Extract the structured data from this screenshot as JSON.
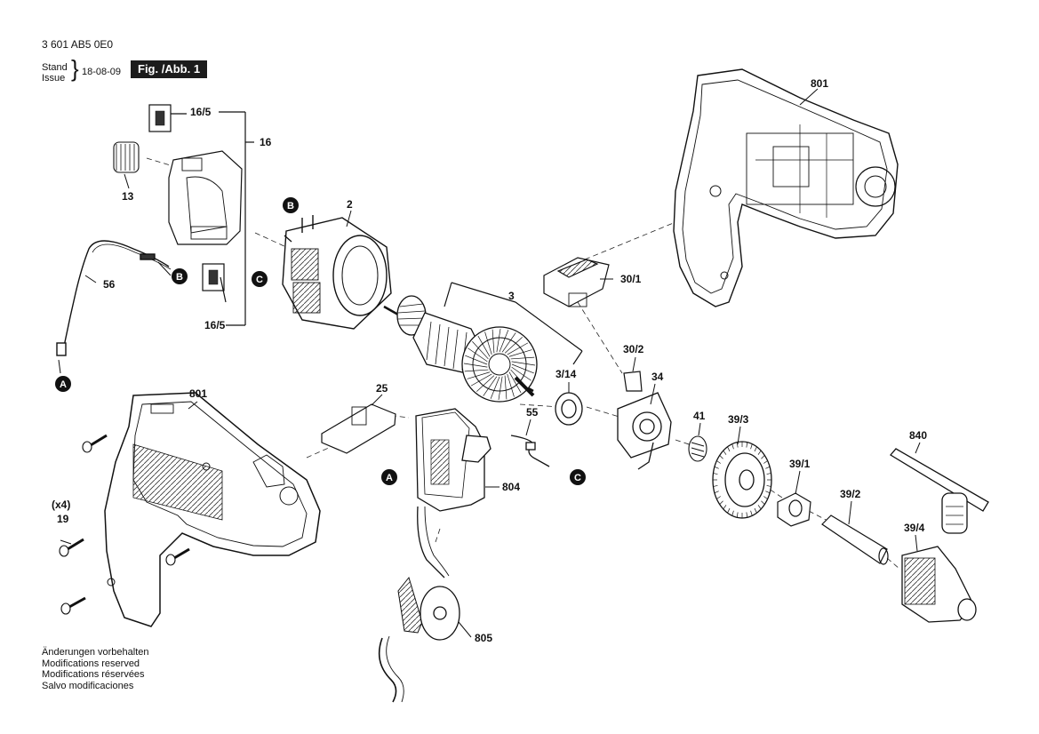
{
  "header": {
    "doc_code": "3 601 AB5 0E0",
    "stand_label": "Stand",
    "issue_label": "Issue",
    "date": "18-08-09",
    "figure_tag": "Fig. /Abb. 1"
  },
  "notes": [
    "Änderungen vorbehalten",
    "Modifications reserved",
    "Modifications réservées",
    "Salvo modificaciones"
  ],
  "part_labels": {
    "p801_top": "801",
    "p16_5_top": "16/5",
    "p16": "16",
    "p13": "13",
    "p2": "2",
    "p56": "56",
    "p16_5_bottom": "16/5",
    "p3": "3",
    "p30_1": "30/1",
    "p30_2": "30/2",
    "p3_14": "3/14",
    "p34": "34",
    "p801_bottom": "801",
    "p25": "25",
    "p55": "55",
    "p41": "41",
    "p39_3": "39/3",
    "p840": "840",
    "p39_1": "39/1",
    "p804": "804",
    "p39_2": "39/2",
    "p_x4": "(x4)",
    "p19": "19",
    "p39_4": "39/4",
    "p805": "805"
  },
  "markers": {
    "B1": "B",
    "B2": "B",
    "C1": "C",
    "C2": "C",
    "A1": "A",
    "A2": "A"
  }
}
